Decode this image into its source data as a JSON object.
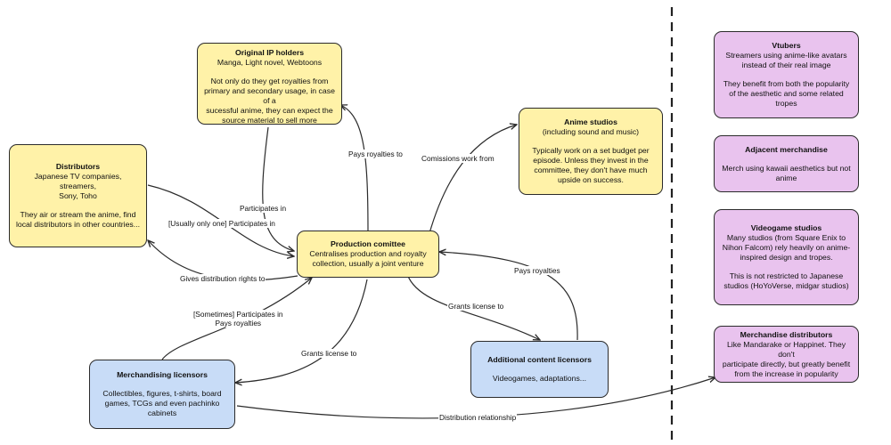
{
  "nodes": {
    "ip_holders": {
      "title": "Original IP holders",
      "subtitle": "Manga, Light novel, Webtoons",
      "body": [
        "Not only do they get royalties from",
        "primary and secondary usage, in case of a",
        "sucessful anime, they can expect the",
        "source material to sell more"
      ]
    },
    "distributors": {
      "title": "Distributors",
      "subtitle": [
        "Japanese TV companies, streamers,",
        "Sony, Toho"
      ],
      "body": [
        "They air or stream the anime, find",
        "local distributors in other countries..."
      ]
    },
    "production": {
      "title": "Production comittee",
      "body": [
        "Centralises production and royalty",
        "collection, usually a joint venture"
      ]
    },
    "anime_studios": {
      "title": "Anime studios",
      "subtitle": "(including sound and music)",
      "body": [
        "Typically work on a set budget per",
        "episode. Unless they invest in the",
        "committee, they don't have much",
        "upside on success."
      ]
    },
    "merch_licensors": {
      "title": "Merchandising licensors",
      "body": [
        "Collectibles, figures, t-shirts, board",
        "games, TCGs and even pachinko",
        "cabinets"
      ]
    },
    "additional": {
      "title": "Additional content licensors",
      "body": [
        "Videogames, adaptations..."
      ]
    },
    "vtubers": {
      "title": "Vtubers",
      "subtitle": [
        "Streamers using anime-like avatars",
        "instead of their real image"
      ],
      "body": [
        "They benefit from both the popularity",
        "of the aesthetic and some related",
        "tropes"
      ]
    },
    "adjacent": {
      "title": "Adjacent merchandise",
      "body": [
        "Merch using kawaii aesthetics but not",
        "anime"
      ]
    },
    "videogame": {
      "title": "Videogame studios",
      "subtitle": [
        "Many studios (from Square Enix to",
        "Nihon Falcom) rely heavily on anime-",
        "inspired design and tropes."
      ],
      "body": [
        "This is not restricted to Japanese",
        "studios (HoYoVerse, midgar studios)"
      ]
    },
    "merch_distributors": {
      "title": "Merchandise distributors",
      "body": [
        "Like Mandarake or Happinet. They don't",
        "participate directly, but greatly benefit",
        "from the increase in popularity"
      ]
    }
  },
  "edges": {
    "pays_royalties_ip": "Pays royalties to",
    "participates_ip": "Participates in",
    "commissions": "Comissions work from",
    "usually_one": "[Usually only one] Participates in",
    "gives_rights": "Gives distribution rights to",
    "pays_royalties_add": "Pays royalties",
    "grants_add": "Grants license to",
    "sometimes": [
      "[Sometimes] Participates in",
      "Pays royalties"
    ],
    "grants_merch": "Grants license to",
    "distribution": "Distribution relationship"
  }
}
